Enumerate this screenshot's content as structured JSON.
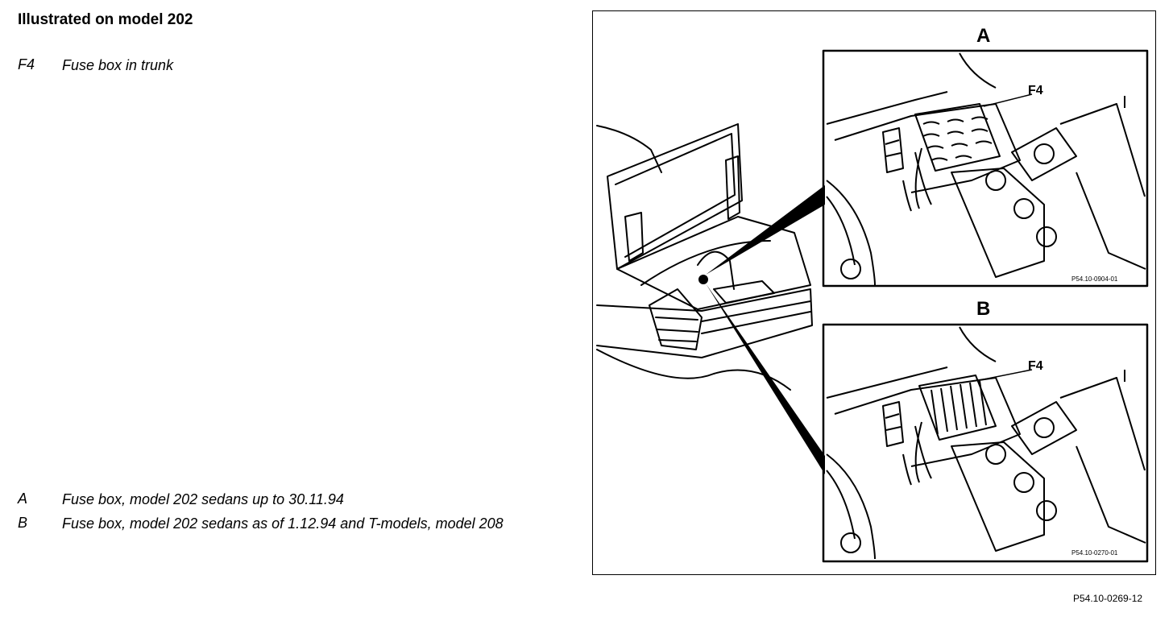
{
  "heading": "Illustrated on model 202",
  "legend_top": [
    {
      "key": "F4",
      "text": "Fuse box in trunk"
    }
  ],
  "legend_bottom": [
    {
      "key": "A",
      "text": "Fuse box, model 202 sedans up to 30.11.94"
    },
    {
      "key": "B",
      "text": "Fuse box, model 202 sedans as of 1.12.94 and T-models, model 208"
    }
  ],
  "figure": {
    "inset_a": {
      "label": "A",
      "callout": "F4",
      "code": "P54.10-0904-01"
    },
    "inset_b": {
      "label": "B",
      "callout": "F4",
      "code": "P54.10-0270-01"
    },
    "code": "P54.10-0269-12"
  }
}
